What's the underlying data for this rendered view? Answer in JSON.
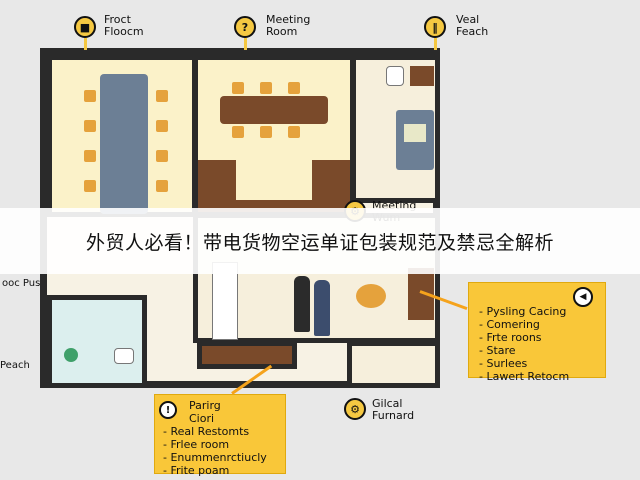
{
  "labels": {
    "front_room": "Froct\nFloocm",
    "meeting_room": "Meeting\nRoom",
    "meal_reach": "Veal\nFeach",
    "meeting_wum": "Meeting\nWum",
    "left_mid": "ooc Pus",
    "left_low": "Peach",
    "gilcal": "Gilcal\nFurnard"
  },
  "icons": {
    "front": "video-icon",
    "meeting": "question-icon",
    "meal": "utensils-icon",
    "meeting_wum": "gear-icon",
    "pysling": "camera-icon",
    "pairing": "info-icon",
    "gilcal": "settings-icon"
  },
  "callout_right": {
    "items": [
      "Pysling Cacing",
      "Comering",
      "Frte roons",
      "Stare",
      "Surlees",
      "Lawert Retocm"
    ]
  },
  "callout_bottom": {
    "title": "Parirg\nCiori",
    "items": [
      "Real Restomts",
      "Frlee room",
      "Enummenrctiucly",
      "Frite poam"
    ]
  },
  "banner": {
    "text": "外贸人必看！带电货物空运单证包装规范及禁忌全解析"
  },
  "colors": {
    "wall": "#2a2a2a",
    "accent_yellow": "#f5c842",
    "floor_yellow": "#fbf2c9",
    "wood": "#7a4a2a",
    "table_blue": "#6c7f95"
  }
}
